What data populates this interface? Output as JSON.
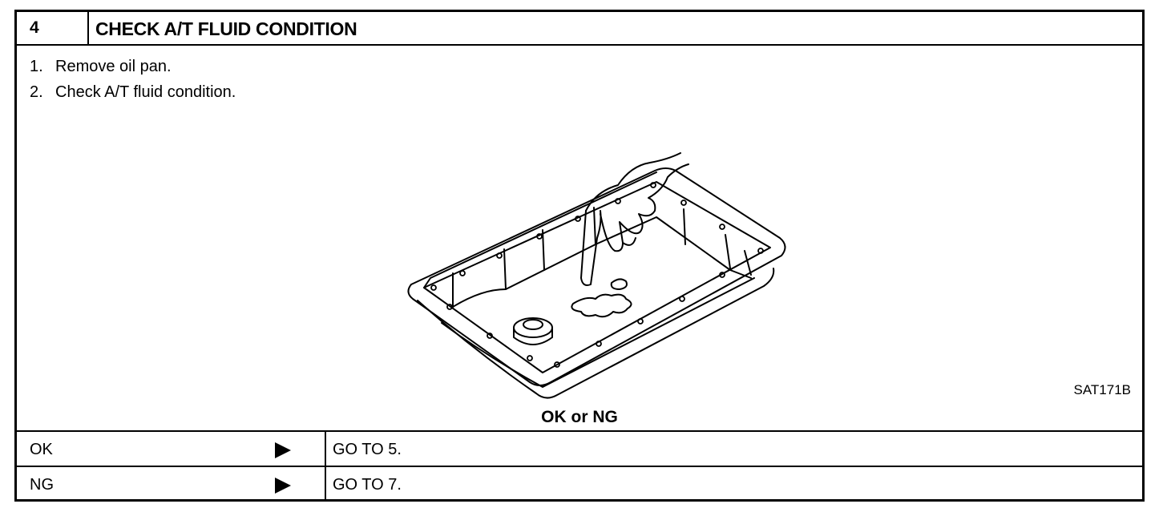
{
  "header": {
    "step_number": "4",
    "title": "CHECK A/T FLUID CONDITION"
  },
  "instructions": [
    {
      "num": "1.",
      "text": "Remove oil pan."
    },
    {
      "num": "2.",
      "text": "Check A/T fluid condition."
    }
  ],
  "figure": {
    "code": "SAT171B",
    "icon": "oil-pan-finger-illustration"
  },
  "result_question": "OK or NG",
  "results": [
    {
      "label": "OK",
      "action": "GO TO 5."
    },
    {
      "label": "NG",
      "action": "GO TO 7."
    }
  ]
}
